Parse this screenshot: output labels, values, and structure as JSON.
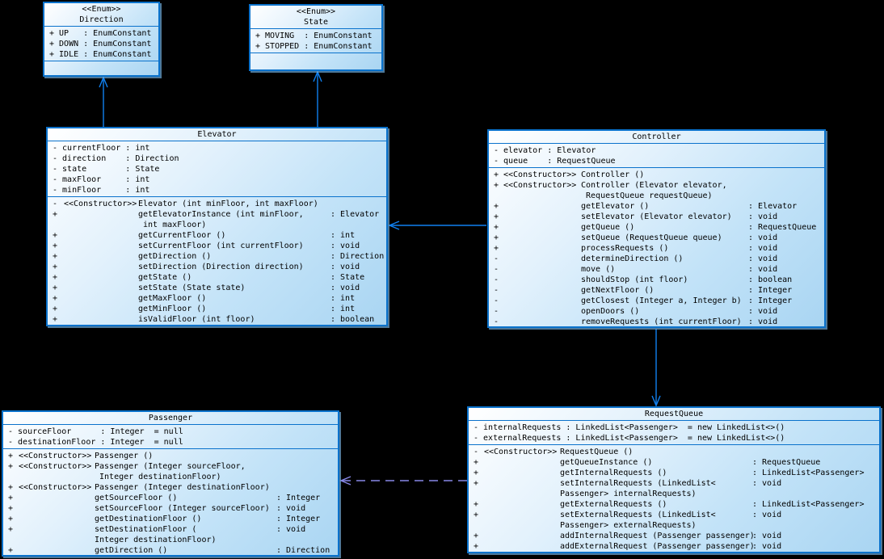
{
  "diagram": {
    "title": "Elevator system UML class diagram",
    "colors": {
      "background": "#000000",
      "box_border": "#0a72cc",
      "box_fill_light": "#ffffff",
      "box_fill_dark": "#a9d5f2",
      "solid_arrow": "#1080f0",
      "dashed_arrow": "#8888e8",
      "text": "#000000"
    },
    "classes": [
      {
        "id": "direction-enum",
        "stereotype": "<<Enum>>",
        "title": "Direction",
        "attributes": [
          "+ UP   : EnumConstant",
          "+ DOWN : EnumConstant",
          "+ IDLE : EnumConstant"
        ],
        "methods": []
      },
      {
        "id": "state-enum",
        "stereotype": "<<Enum>>",
        "title": "State",
        "attributes": [
          "+ MOVING  : EnumConstant",
          "+ STOPPED : EnumConstant"
        ],
        "methods": []
      },
      {
        "id": "elevator",
        "stereotype": "",
        "title": "Elevator",
        "attributes": [
          "- currentFloor : int",
          "- direction    : Direction",
          "- state        : State",
          "- maxFloor     : int",
          "- minFloor     : int"
        ],
        "methods": [
          {
            "v": "-",
            "mod": "<<Constructor>>",
            "sig": "Elevator (int minFloor, int maxFloor)",
            "ret": ""
          },
          {
            "v": "+",
            "mod": "",
            "sig": "getElevatorInstance (int minFloor,\n int maxFloor)",
            "ret": ": Elevator"
          },
          {
            "v": "+",
            "mod": "",
            "sig": "getCurrentFloor ()",
            "ret": ": int"
          },
          {
            "v": "+",
            "mod": "",
            "sig": "setCurrentFloor (int currentFloor)",
            "ret": ": void"
          },
          {
            "v": "+",
            "mod": "",
            "sig": "getDirection ()",
            "ret": ": Direction"
          },
          {
            "v": "+",
            "mod": "",
            "sig": "setDirection (Direction direction)",
            "ret": ": void"
          },
          {
            "v": "+",
            "mod": "",
            "sig": "getState ()",
            "ret": ": State"
          },
          {
            "v": "+",
            "mod": "",
            "sig": "setState (State state)",
            "ret": ": void"
          },
          {
            "v": "+",
            "mod": "",
            "sig": "getMaxFloor ()",
            "ret": ": int"
          },
          {
            "v": "+",
            "mod": "",
            "sig": "getMinFloor ()",
            "ret": ": int"
          },
          {
            "v": "+",
            "mod": "",
            "sig": "isValidFloor (int floor)",
            "ret": ": boolean"
          }
        ]
      },
      {
        "id": "controller",
        "stereotype": "",
        "title": "Controller",
        "attributes": [
          "- elevator : Elevator",
          "- queue    : RequestQueue"
        ],
        "methods": [
          {
            "v": "+",
            "mod": "<<Constructor>>",
            "sig": "Controller ()",
            "ret": ""
          },
          {
            "v": "+",
            "mod": "<<Constructor>>",
            "sig": "Controller (Elevator elevator,\n RequestQueue requestQueue)",
            "ret": ""
          },
          {
            "v": "+",
            "mod": "",
            "sig": "getElevator ()",
            "ret": ": Elevator"
          },
          {
            "v": "+",
            "mod": "",
            "sig": "setElevator (Elevator elevator)",
            "ret": ": void"
          },
          {
            "v": "+",
            "mod": "",
            "sig": "getQueue ()",
            "ret": ": RequestQueue"
          },
          {
            "v": "+",
            "mod": "",
            "sig": "setQueue (RequestQueue queue)",
            "ret": ": void"
          },
          {
            "v": "+",
            "mod": "",
            "sig": "processRequests ()",
            "ret": ": void"
          },
          {
            "v": "-",
            "mod": "",
            "sig": "determineDirection ()",
            "ret": ": void"
          },
          {
            "v": "-",
            "mod": "",
            "sig": "move ()",
            "ret": ": void"
          },
          {
            "v": "-",
            "mod": "",
            "sig": "shouldStop (int floor)",
            "ret": ": boolean"
          },
          {
            "v": "-",
            "mod": "",
            "sig": "getNextFloor ()",
            "ret": ": Integer"
          },
          {
            "v": "-",
            "mod": "",
            "sig": "getClosest (Integer a, Integer b)",
            "ret": ": Integer"
          },
          {
            "v": "-",
            "mod": "",
            "sig": "openDoors ()",
            "ret": ": void"
          },
          {
            "v": "-",
            "mod": "",
            "sig": "removeRequests (int currentFloor)",
            "ret": ": void"
          }
        ]
      },
      {
        "id": "passenger",
        "stereotype": "",
        "title": "Passenger",
        "attributes": [
          "- sourceFloor      : Integer  = null",
          "- destinationFloor : Integer  = null"
        ],
        "methods": [
          {
            "v": "+",
            "mod": "<<Constructor>>",
            "sig": "Passenger ()",
            "ret": ""
          },
          {
            "v": "+",
            "mod": "<<Constructor>>",
            "sig": "Passenger (Integer sourceFloor,\n Integer destinationFloor)",
            "ret": ""
          },
          {
            "v": "+",
            "mod": "<<Constructor>>",
            "sig": "Passenger (Integer destinationFloor)",
            "ret": ""
          },
          {
            "v": "+",
            "mod": "",
            "sig": "getSourceFloor ()",
            "ret": ": Integer"
          },
          {
            "v": "+",
            "mod": "",
            "sig": "setSourceFloor (Integer sourceFloor)",
            "ret": ": void"
          },
          {
            "v": "+",
            "mod": "",
            "sig": "getDestinationFloor ()",
            "ret": ": Integer"
          },
          {
            "v": "+",
            "mod": "",
            "sig": "setDestinationFloor (\nInteger destinationFloor)",
            "ret": ": void"
          },
          {
            "v": "+",
            "mod": "",
            "sig": "getDirection ()",
            "ret": ": Direction"
          }
        ]
      },
      {
        "id": "request-queue",
        "stereotype": "",
        "title": "RequestQueue",
        "attributes": [
          "- internalRequests : LinkedList<Passenger>  = new LinkedList<>()",
          "- externalRequests : LinkedList<Passenger>  = new LinkedList<>()"
        ],
        "methods": [
          {
            "v": "-",
            "mod": "<<Constructor>>",
            "sig": "RequestQueue ()",
            "ret": ""
          },
          {
            "v": "+",
            "mod": "",
            "sig": "getQueueInstance ()",
            "ret": ": RequestQueue"
          },
          {
            "v": "+",
            "mod": "",
            "sig": "getInternalRequests ()",
            "ret": ": LinkedList<Passenger>"
          },
          {
            "v": "+",
            "mod": "",
            "sig": "setInternalRequests (LinkedList<\nPassenger> internalRequests)",
            "ret": ": void"
          },
          {
            "v": "+",
            "mod": "",
            "sig": "getExternalRequests ()",
            "ret": ": LinkedList<Passenger>"
          },
          {
            "v": "+",
            "mod": "",
            "sig": "setExternalRequests (LinkedList<\nPassenger> externalRequests)",
            "ret": ": void"
          },
          {
            "v": "+",
            "mod": "",
            "sig": "addInternalRequest (Passenger passenger)",
            "ret": ": void"
          },
          {
            "v": "+",
            "mod": "",
            "sig": "addExternalRequest (Passenger passenger)",
            "ret": ": void"
          }
        ]
      }
    ],
    "relations": [
      {
        "from": "Elevator",
        "to": "Direction",
        "style": "solid-open-arrow"
      },
      {
        "from": "Elevator",
        "to": "State",
        "style": "solid-open-arrow"
      },
      {
        "from": "Controller",
        "to": "Elevator",
        "style": "solid-open-arrow"
      },
      {
        "from": "Controller",
        "to": "RequestQueue",
        "style": "solid-open-arrow"
      },
      {
        "from": "RequestQueue",
        "to": "Passenger",
        "style": "dashed-open-arrow"
      }
    ]
  }
}
